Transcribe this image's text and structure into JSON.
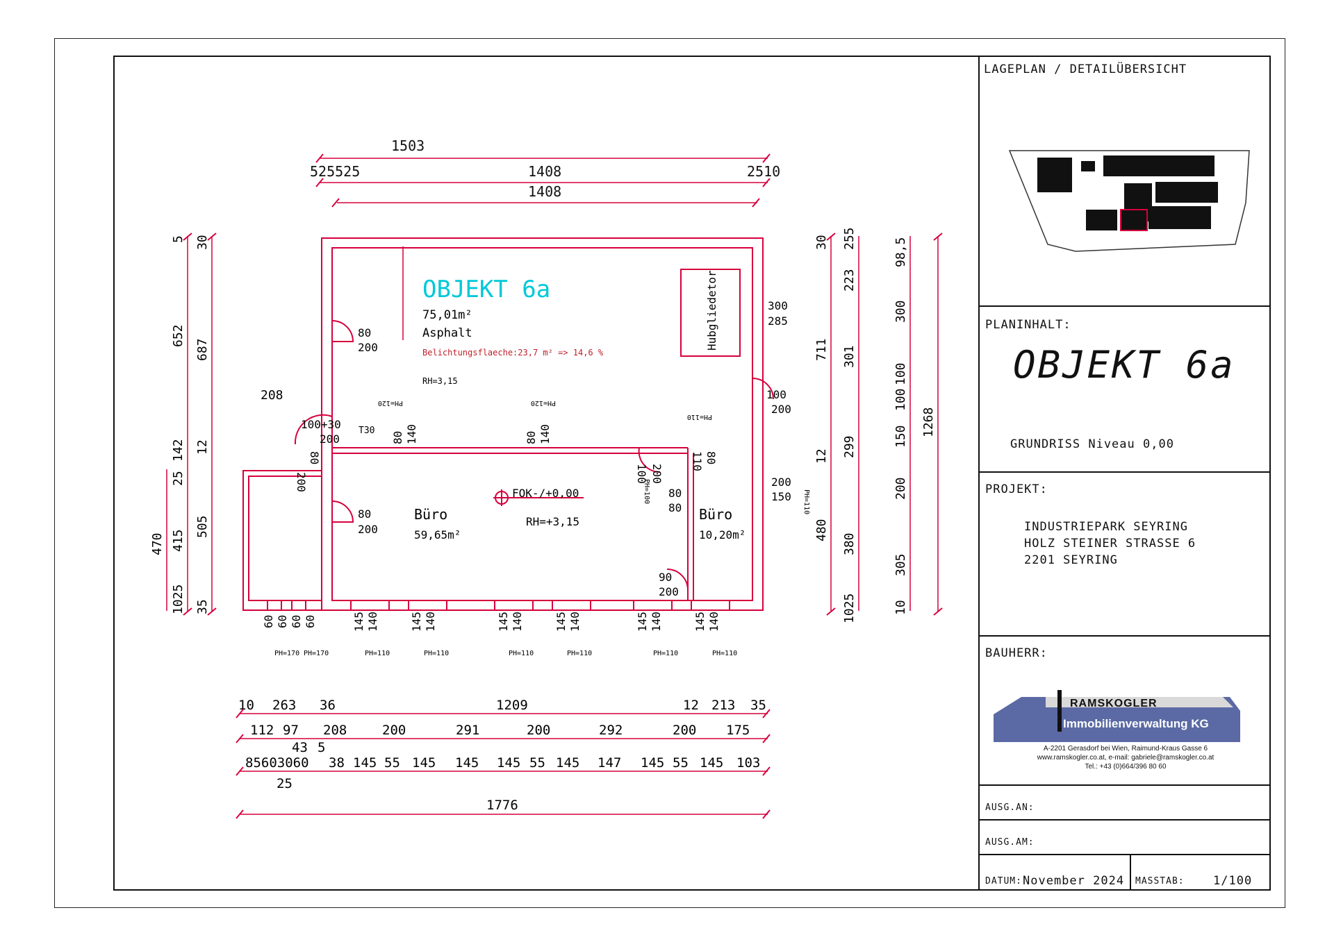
{
  "drawing": {
    "object_label": "OBJEKT 6a",
    "rooms": [
      {
        "name": "",
        "area": "75,01m²",
        "surface": "Asphalt"
      },
      {
        "name": "Büro",
        "area": "59,65m²"
      },
      {
        "name": "Büro",
        "area": "10,20m²"
      }
    ],
    "belichtung": "Belichtungsflaeche:23,7 m² => 14,6 %",
    "rh_top": "RH=3,15",
    "fok": "FOK-/+0,00",
    "rh_mid": "RH=+3,15",
    "hubgliedertor": "Hubgliedetor",
    "t30": "T30",
    "top_dims": [
      "1503",
      "525525",
      "1408",
      "2510",
      "1408"
    ],
    "left_dims": [
      "5",
      "30",
      "652",
      "687",
      "142",
      "12",
      "25",
      "470",
      "415",
      "505",
      "1025",
      "35"
    ],
    "right_dims": [
      "30",
      "255",
      "223",
      "98,5",
      "711",
      "301",
      "300",
      "100",
      "100",
      "150",
      "299",
      "12",
      "200",
      "1268",
      "480",
      "380",
      "305",
      "1025",
      "10"
    ],
    "opening_labels": [
      "80",
      "200",
      "208",
      "100+30",
      "200",
      "200",
      "80",
      "80",
      "140",
      "80",
      "140",
      "110",
      "80",
      "300",
      "285",
      "100",
      "200",
      "100",
      "200",
      "80",
      "80",
      "200",
      "150",
      "80",
      "200",
      "90",
      "200"
    ],
    "ph_labels": [
      "PH=120",
      "PH=120",
      "PH=110",
      "PH=100",
      "PH=110",
      "PH=170",
      "PH=170",
      "PH=110",
      "PH=110",
      "PH=110",
      "PH=110",
      "PH=110",
      "PH=110"
    ],
    "bottom_window_dims": [
      "60",
      "60",
      "60",
      "60",
      "145",
      "140",
      "145",
      "140",
      "145",
      "140",
      "145",
      "140",
      "145",
      "140",
      "145",
      "140"
    ],
    "bottom_row1": [
      "10",
      "263",
      "36",
      "1209",
      "12",
      "213",
      "35"
    ],
    "bottom_row2": [
      "112",
      "97",
      "208",
      "200",
      "291",
      "200",
      "292",
      "200",
      "175"
    ],
    "bottom_row3": [
      "43",
      "5"
    ],
    "bottom_row4": [
      "85603060",
      "38",
      "145",
      "55",
      "145",
      "145",
      "145",
      "55",
      "145",
      "147",
      "145",
      "55",
      "145",
      "103"
    ],
    "bottom_row4b": [
      "25"
    ],
    "bottom_total": "1776"
  },
  "panel": {
    "lageplan_title": "LAGEPLAN / DETAILÜBERSICHT",
    "planinhalt_label": "PLANINHALT:",
    "planinhalt_value": "OBJEKT 6a",
    "grundriss": "GRUNDRISS Niveau 0,00",
    "projekt_label": "PROJEKT:",
    "projekt_lines": [
      "INDUSTRIEPARK SEYRING",
      "HOLZ STEINER STRASSE 6",
      "2201 SEYRING"
    ],
    "bauherr_label": "BAUHERR:",
    "logo": {
      "brand_top": "RAMSKOGLER",
      "brand_bottom": "Immobilienverwaltung KG",
      "address": "A-2201 Gerasdorf bei Wien, Raimund-Kraus Gasse 6",
      "contact": "www.ramskogler.co.at, e-mail: gabriele@ramskogler.co.at",
      "phone": "Tel.: +43 (0)664/396 80 60"
    },
    "ausg_an": "AUSG.AN:",
    "ausg_am": "AUSG.AM:",
    "datum_label": "DATUM:",
    "datum_value": "November 2024",
    "masstab_label": "MASSTAB:",
    "masstab_value": "1/100"
  },
  "colors": {
    "wall": "#d6003c",
    "accent": "#00c8d8",
    "note": "#c0202a",
    "logo_blue": "#5b6aa4"
  }
}
